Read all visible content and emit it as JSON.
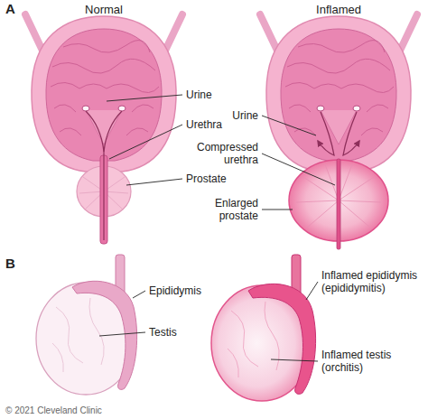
{
  "diagram": {
    "labels": [
      "A",
      "Normal",
      "Inflamed",
      "Urine",
      "Urethra",
      "Prostate",
      "Urine",
      "Compressed urethra",
      "Enlarged prostate",
      "B",
      "Epididymis",
      "Testis",
      "Inflamed epididymis (epididymitis)",
      "Inflamed testis (orchitis)",
      "© 2021 Cleveland Clinic"
    ]
  }
}
